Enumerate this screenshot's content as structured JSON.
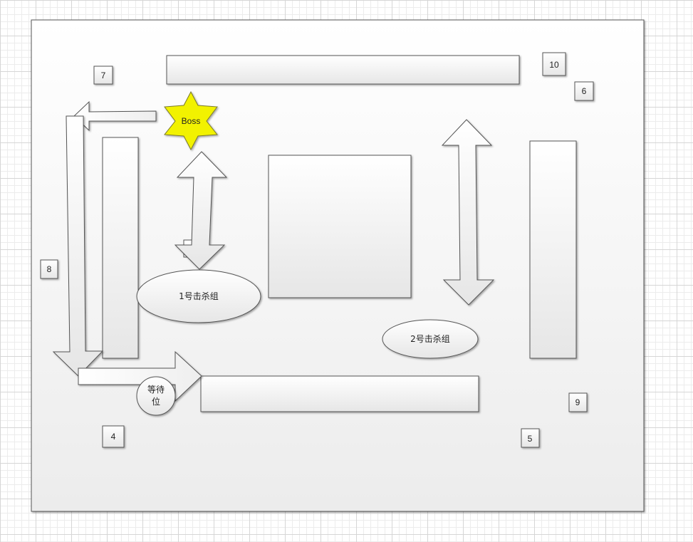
{
  "diagram": {
    "boss_label": "Boss",
    "group1_label": "1号击杀组",
    "group2_label": "2号击杀组",
    "waiting_label_line1": "等待",
    "waiting_label_line2": "位",
    "markers": {
      "m4": "4",
      "m5": "5",
      "m6": "6",
      "m7": "7",
      "m8": "8",
      "m9": "9",
      "m10": "10"
    }
  },
  "colors": {
    "boss_fill": "#f2f200",
    "shape_stroke": "#555555",
    "shape_fill_top": "#ffffff",
    "shape_fill_bottom": "#e6e6e6"
  }
}
